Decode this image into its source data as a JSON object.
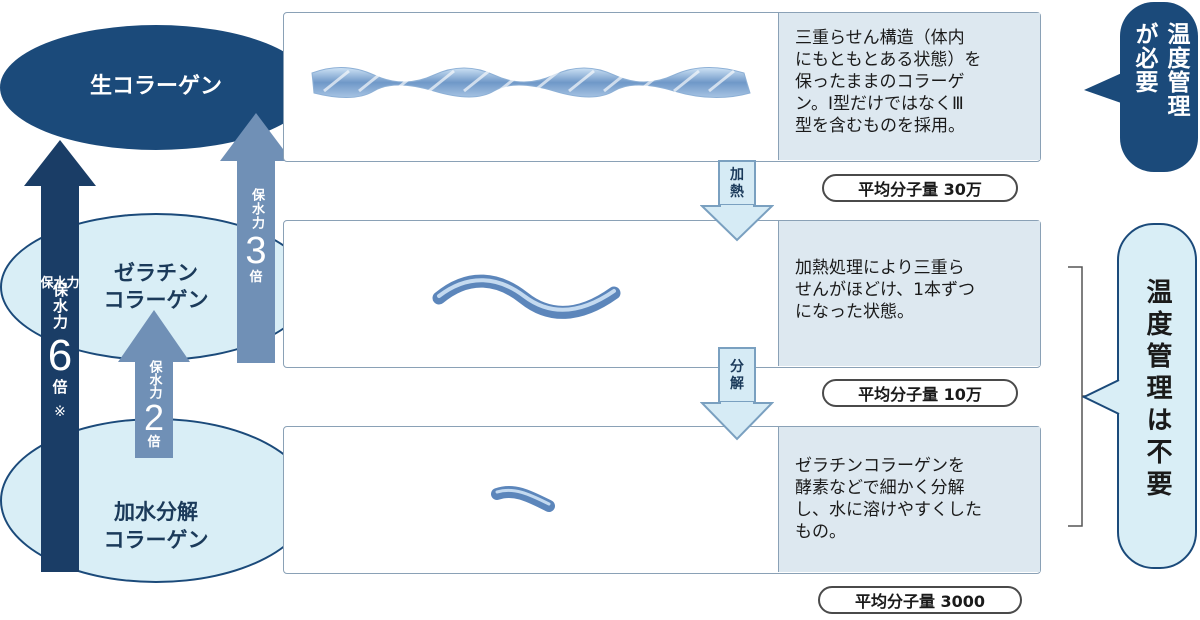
{
  "ellipses": {
    "raw": "生コラーゲン",
    "gelatin_line1": "ゼラチン",
    "gelatin_line2": "コラーゲン",
    "hydro_line1": "加水分解",
    "hydro_line2": "コラーゲン"
  },
  "arrows": {
    "six": {
      "label": "保水力",
      "num": "6",
      "unit": "倍",
      "note": "※"
    },
    "three": {
      "label": "保水力",
      "num": "3",
      "unit": "倍"
    },
    "two": {
      "label": "保水力",
      "num": "2",
      "unit": "倍"
    }
  },
  "descriptions": {
    "raw": [
      "三重らせん構造（体内",
      "にもともとある状態）を",
      "保ったままのコラーゲ",
      "ン。Ⅰ型だけではなくⅢ",
      "型を含むものを採用。"
    ],
    "gelatin": [
      "加熱処理により三重ら",
      "せんがほどけ、1本ずつ",
      "になった状態。"
    ],
    "hydro": [
      "ゼラチンコラーゲンを",
      "酵素などで細かく分解",
      "し、水に溶けやすくした",
      "もの。"
    ]
  },
  "process": {
    "heat": [
      "加",
      "熱"
    ],
    "decompose": [
      "分",
      "解"
    ]
  },
  "weights": {
    "raw": "平均分子量 30万",
    "gelatin": "平均分子量 10万",
    "hydro": "平均分子量 3000"
  },
  "callouts": {
    "needed_col1": "温度管理",
    "needed_col2": "が必要",
    "not_needed": "温度管理は不要"
  },
  "colors": {
    "dark_blue": "#1b4a7a",
    "arrow_mid": "#6f8fb4",
    "light_cyan": "#d9eef6",
    "desc_bg": "#dde8f0"
  }
}
